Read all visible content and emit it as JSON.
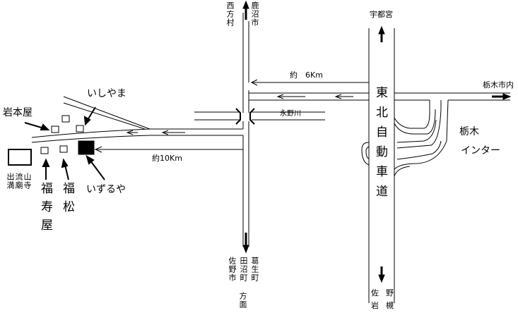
{
  "directions": {
    "north_left": "西方村",
    "north_right": "鹿沼市",
    "south_col1": "佐野市",
    "south_col2": "田沼町",
    "south_col3": "葛生町",
    "south_suffix": "方面",
    "expressway_north": "宇都宮",
    "expressway_south_1": "佐",
    "expressway_south_2": "野",
    "expressway_south_3": "岩",
    "expressway_south_4": "槻",
    "tochigi_city": "栃木市内"
  },
  "roads": {
    "distance_6km": "約　6Km",
    "distance_10km": "約10Km",
    "river": "永野川",
    "expressway": "東北自動車道",
    "interchange_1": "栃木",
    "interchange_2": "インター"
  },
  "places": {
    "ishiyama": "いしやま",
    "iwamotoya": "岩本屋",
    "izuruya": "いずるや",
    "fukujuya": "福寿屋",
    "fukumatsu": "福松",
    "temple_col1": "山寺",
    "temple_col2": "流廟",
    "temple_col3": "出満"
  }
}
